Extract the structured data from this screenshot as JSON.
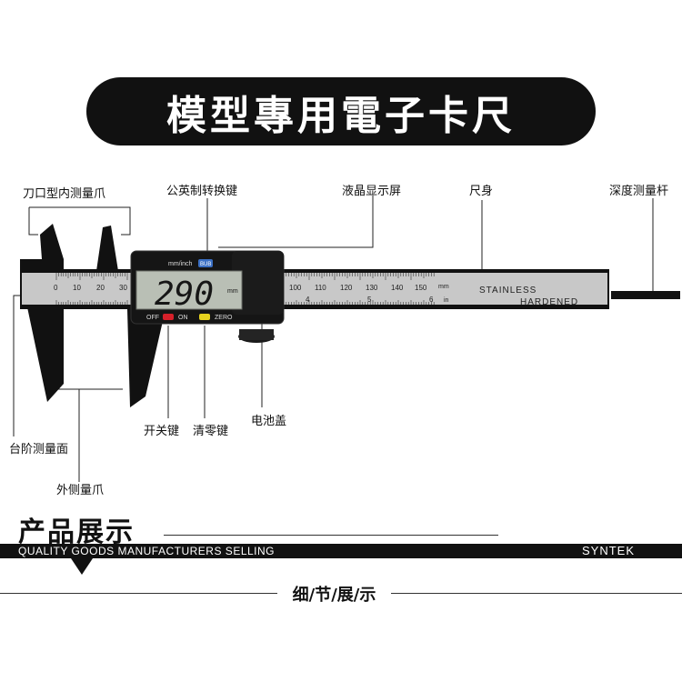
{
  "title": "模型專用電子卡尺",
  "labels": {
    "inner_jaw": "刀口型内测量爪",
    "unit_switch": "公英制转换键",
    "lcd": "液晶显示屏",
    "ruler_body": "尺身",
    "depth_rod": "深度测量杆",
    "step_face": "台阶测量面",
    "outer_jaw": "外侧量爪",
    "power_key": "开关键",
    "zero_key": "清零键",
    "battery_cover": "电池盖"
  },
  "device": {
    "unit_label": "mm/inch",
    "unit_btn": "BUB",
    "display_value": "290",
    "display_unit": "mm",
    "btn_off": "OFF",
    "btn_on": "ON",
    "btn_zero": "ZERO",
    "stainless": "STAINLESS",
    "hardened": "HARDENED",
    "scale_top_left": [
      "0",
      "10",
      "20",
      "30"
    ],
    "scale_top_right": [
      "100",
      "110",
      "120",
      "130",
      "140",
      "150"
    ],
    "scale_top_unit": "mm",
    "scale_bottom": [
      "4",
      "5",
      "6"
    ],
    "scale_bottom_unit": "in"
  },
  "showcase": {
    "title": "产品展示",
    "band_text": "QUALITY GOODS MANUFACTURERS SELLING",
    "brand": "SYNTEK",
    "detail_title": "细/节/展/示"
  },
  "colors": {
    "body": "#111111",
    "blade": "#c8c8c8",
    "lcd": "#b9bfb5",
    "btn_off": "#d6202a",
    "btn_zero": "#e6d21e"
  }
}
